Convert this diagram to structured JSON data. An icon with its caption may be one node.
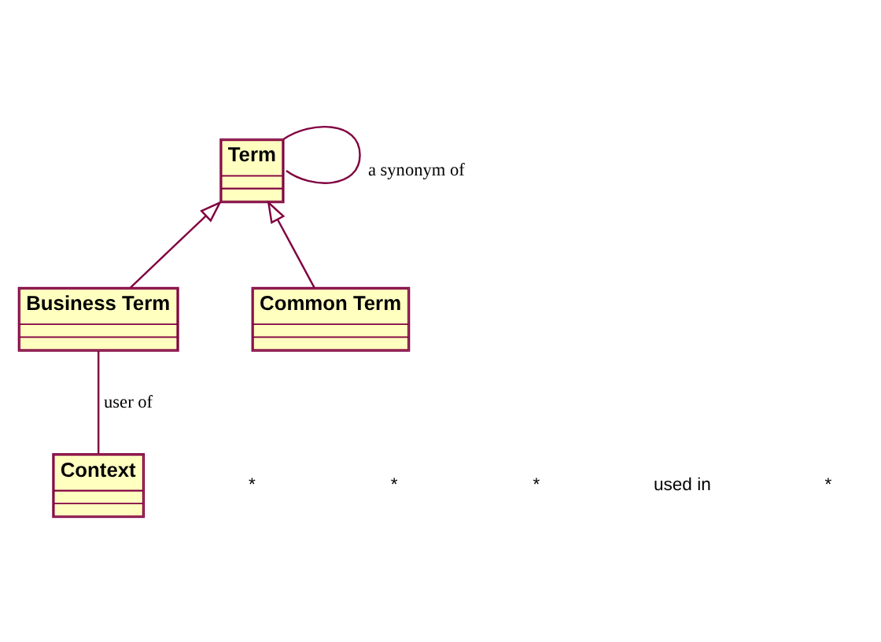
{
  "diagram": {
    "nodes": [
      {
        "text": [
          "Context"
        ]
      },
      {
        "text": [
          "Term"
        ]
      },
      {
        "text": [
          "Business Term"
        ]
      },
      {
        "text": [
          "Common Term"
        ]
      }
    ],
    "edges": [
      {
        "from": 0,
        "to": 2,
        "arrow": "none",
        "label": "user of"
      },
      {
        "from": 1,
        "to": 1,
        "arrow": "none",
        "label": "a synonym of"
      },
      {
        "from": 2,
        "to": 1,
        "arrow": "to"
      },
      {
        "from": 3,
        "to": 1,
        "arrow": "to"
      }
    ],
    "labels": [
      "*",
      "*",
      "*",
      "used in",
      "*"
    ]
  }
}
